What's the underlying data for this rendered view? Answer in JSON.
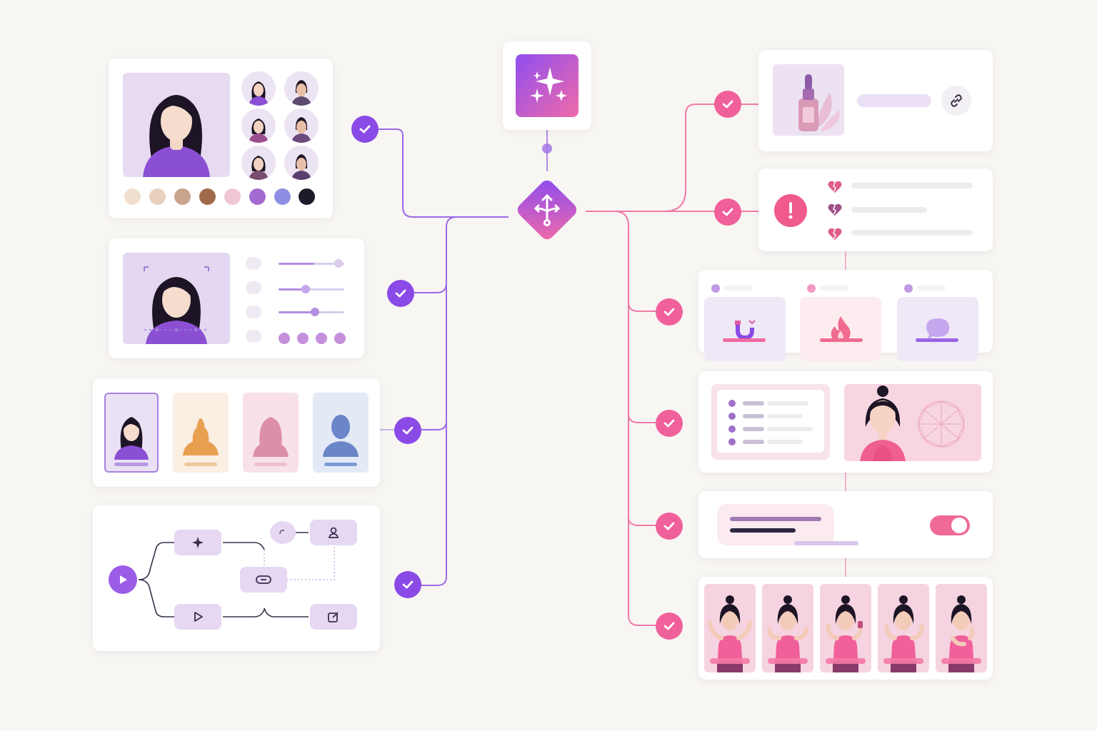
{
  "colors": {
    "background": "#f8f6f3",
    "purple": "#8a4ae6",
    "pink": "#f0609a",
    "lavender": "#e6daf2"
  },
  "hub": {
    "top_icon": "sparkles-icon",
    "node_icon": "branch-split-icon"
  },
  "left_cards": [
    {
      "name": "avatar-style-card",
      "swatches": [
        "#f1dfcd",
        "#ead1bd",
        "#c9a48c",
        "#a06a4a",
        "#f1c6d4",
        "#a46ad0",
        "#8e8fe4",
        "#1d1a2a"
      ]
    },
    {
      "name": "face-adjust-card"
    },
    {
      "name": "style-presets-card"
    },
    {
      "name": "workflow-card",
      "nodes": [
        "sparkle-icon",
        "person-icon",
        "toggle-icon",
        "play-icon",
        "edit-icon"
      ]
    }
  ],
  "right_cards": [
    {
      "name": "product-card",
      "icon": "link-icon"
    },
    {
      "name": "alert-card",
      "icon": "exclamation-icon"
    },
    {
      "name": "categories-card",
      "icons": [
        "magnet-icon",
        "fire-icon",
        "chat-bubble-icon"
      ]
    },
    {
      "name": "profile-analysis-card"
    },
    {
      "name": "toggle-card",
      "toggle_on": true
    },
    {
      "name": "pose-frames-card",
      "frame_count": 5
    }
  ]
}
